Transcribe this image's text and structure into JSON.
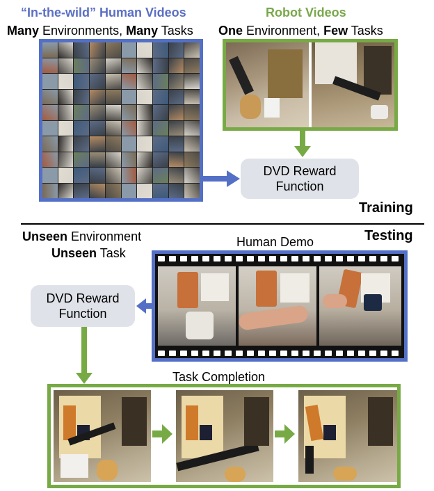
{
  "training": {
    "human": {
      "title": "“In-the-wild” Human Videos",
      "sub_bold1": "Many",
      "sub_text1": " Environments, ",
      "sub_bold2": "Many",
      "sub_text2": " Tasks"
    },
    "robot": {
      "title": "Robot Videos",
      "sub_bold1": "One",
      "sub_text1": " Environment, ",
      "sub_bold2": "Few",
      "sub_text2": " Tasks"
    },
    "reward_line1": "DVD Reward",
    "reward_line2": "Function",
    "label": "Training"
  },
  "testing": {
    "label": "Testing",
    "unseen_env_bold": "Unseen",
    "unseen_env_text": " Environment",
    "unseen_task_bold": "Unseen",
    "unseen_task_text": " Task",
    "demo_label": "Human Demo",
    "reward_line1": "DVD Reward",
    "reward_line2": "Function",
    "completion_label": "Task Completion"
  },
  "colors": {
    "human_blue": "#5470c6",
    "robot_green": "#77aa45",
    "reward_box": "#dfe2e8"
  }
}
